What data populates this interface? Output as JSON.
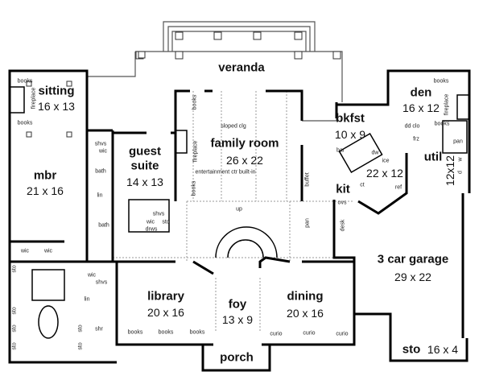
{
  "rooms": {
    "veranda": {
      "name": "veranda"
    },
    "sitting": {
      "name": "sitting",
      "size": "16 x 13"
    },
    "mbr": {
      "name": "mbr",
      "size": "21 x 16"
    },
    "guest_suite": {
      "name_line1": "guest",
      "name_line2": "suite",
      "size": "14 x 13"
    },
    "family_room": {
      "name": "family room",
      "size": "26 x 22"
    },
    "bkfst": {
      "name": "bkfst",
      "size": "10 x 9"
    },
    "den": {
      "name": "den",
      "size": "16 x 12"
    },
    "util": {
      "name": "util",
      "size": "12x12"
    },
    "kit": {
      "name": "kit",
      "size": "22 x 12"
    },
    "library": {
      "name": "library",
      "size": "20 x 16"
    },
    "foy": {
      "name": "foy",
      "size": "13 x 9"
    },
    "dining": {
      "name": "dining",
      "size": "20 x 16"
    },
    "garage": {
      "name": "3 car garage",
      "size": "29 x 22"
    },
    "sto": {
      "name": "sto",
      "size": "16 x 4"
    },
    "porch": {
      "name": "porch"
    }
  },
  "labels": {
    "books": "books",
    "fireplace": "fireplace",
    "shvs": "shvs",
    "wic": "wic",
    "bath": "bath",
    "lin": "lin",
    "sto": "sto",
    "shr": "shr",
    "drws": "drws",
    "sloped_clg": "sloped clg",
    "entertainment": "entertainment ctr built-in",
    "up": "up",
    "buffet": "buffet",
    "pan": "pan",
    "bar": "bar",
    "dw": "dw",
    "ice": "ice",
    "ct": "ct",
    "ref": "ref",
    "ovs": "ovs",
    "desk": "desk",
    "dd_clo": "dd clo",
    "frz": "frz",
    "w": "w",
    "d": "d",
    "curio": "curio"
  }
}
